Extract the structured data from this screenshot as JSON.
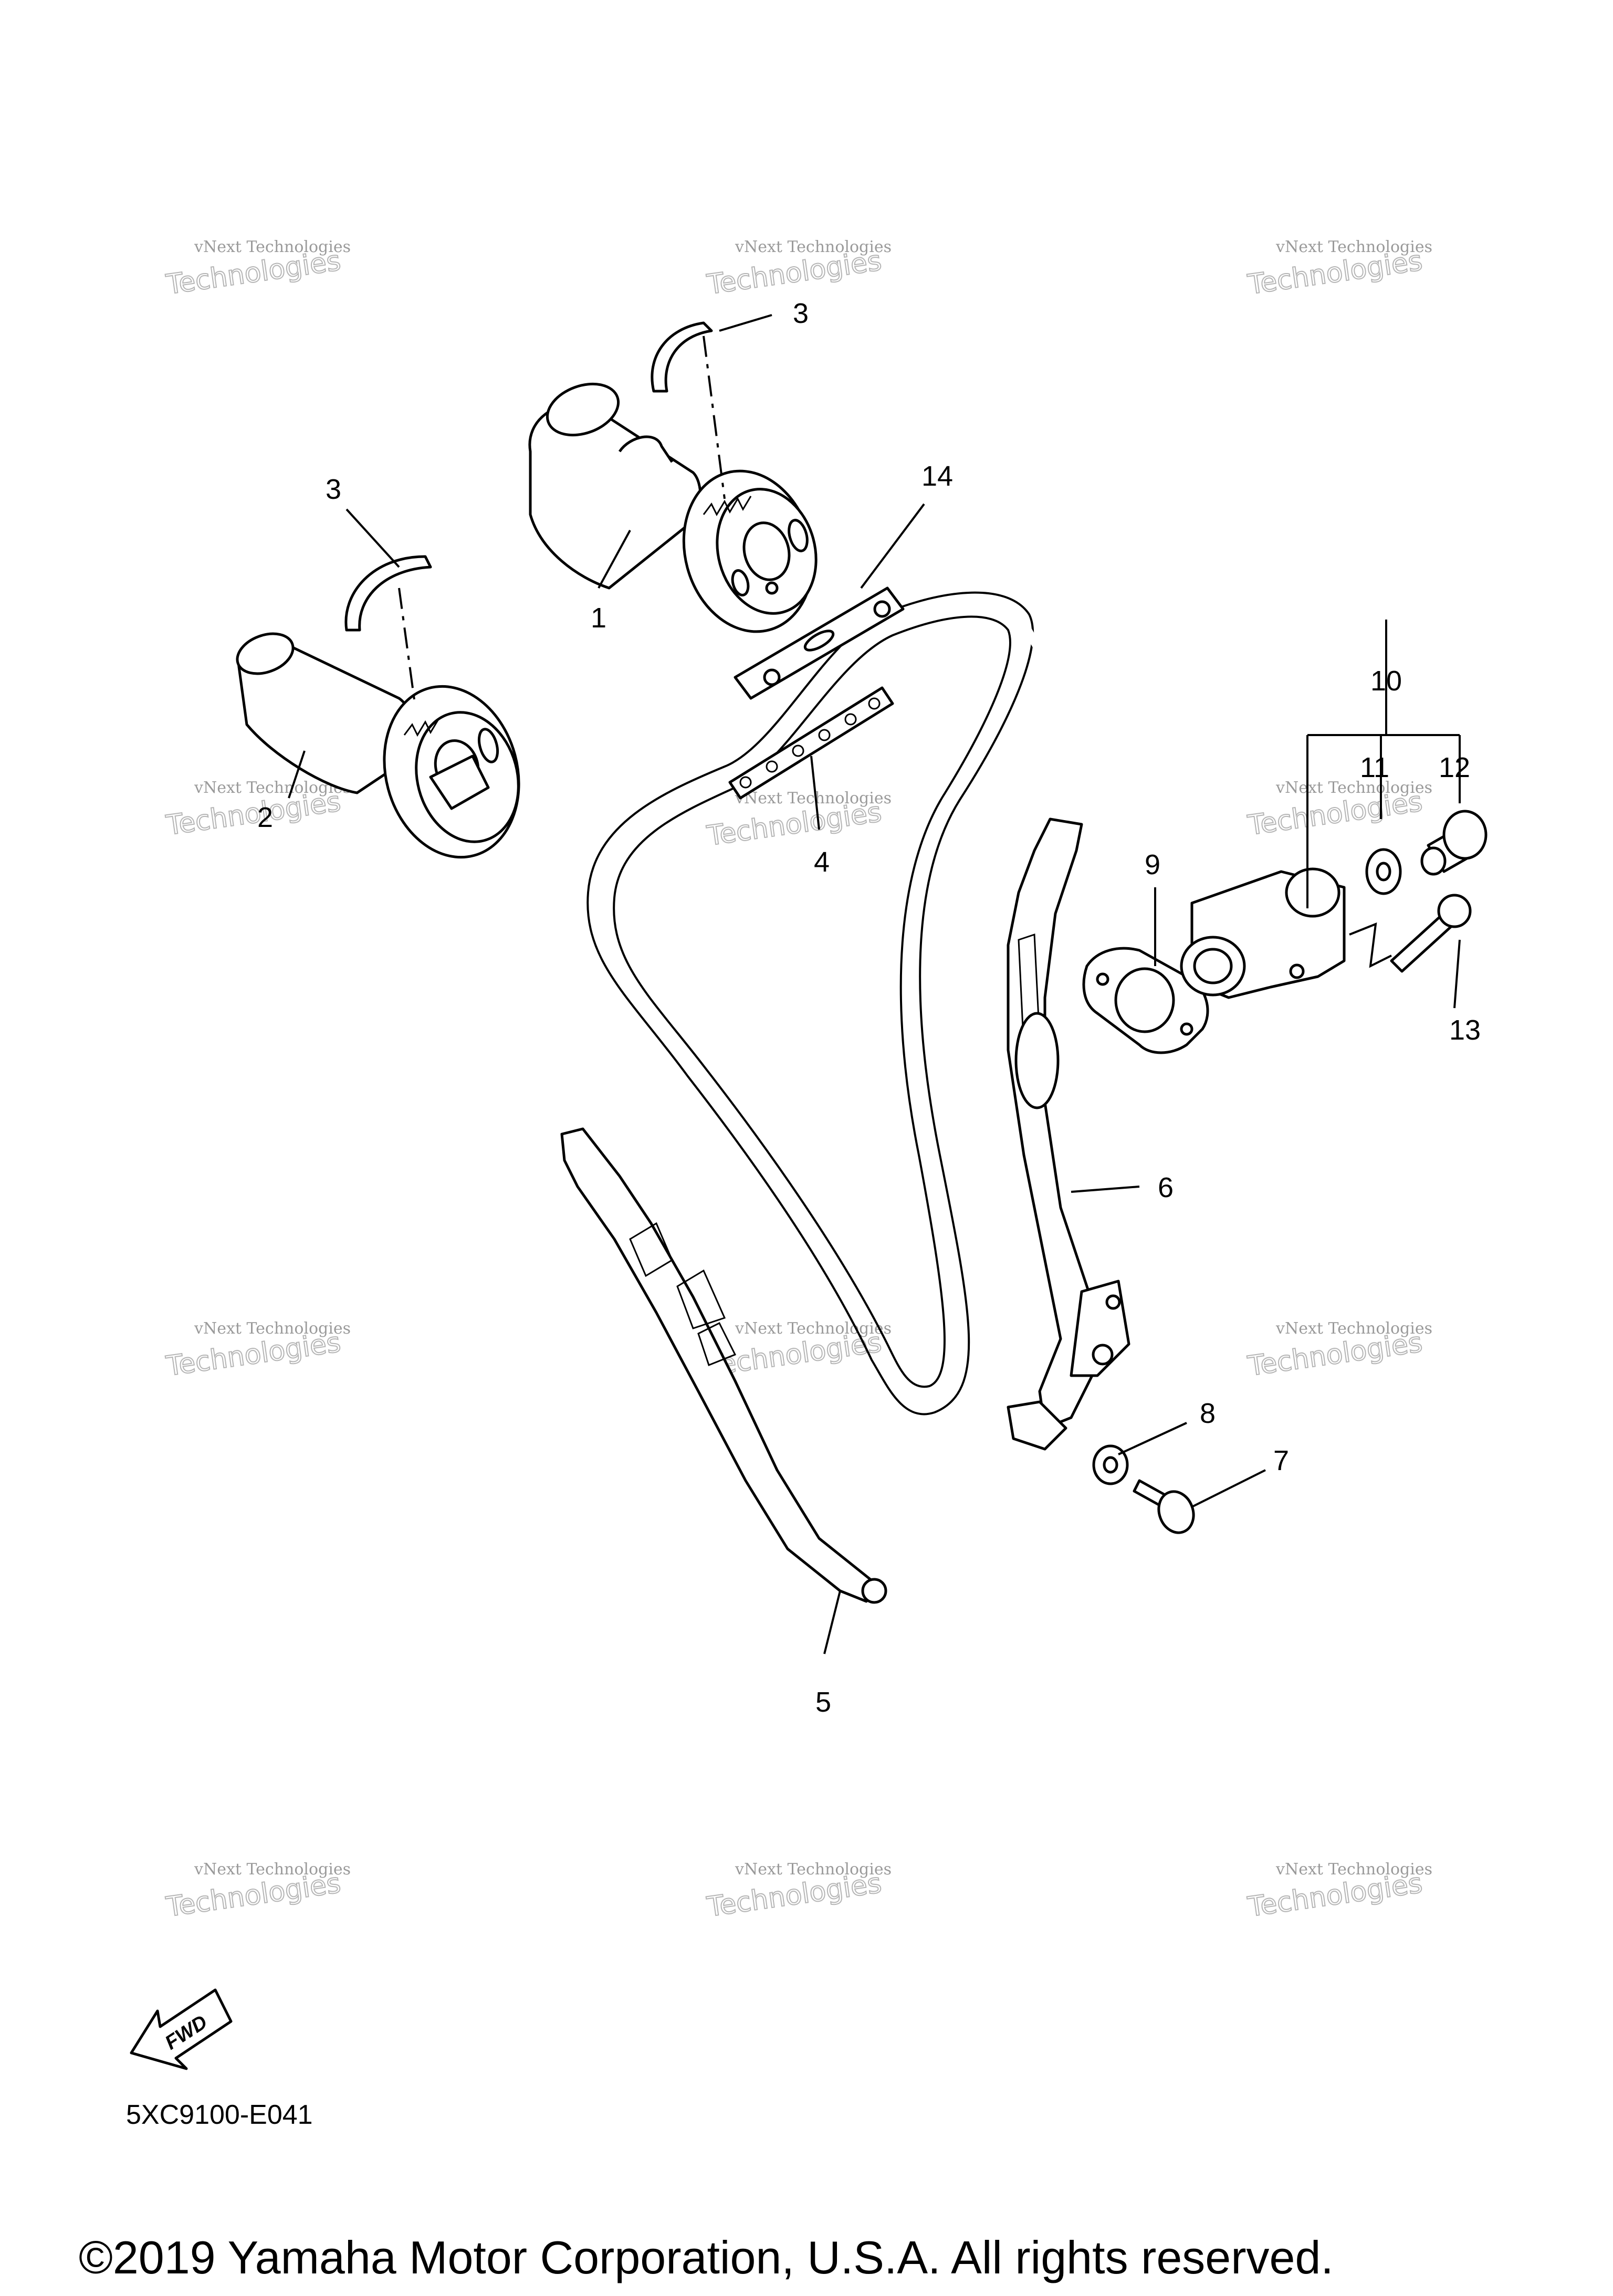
{
  "watermark": {
    "line1": "vNext Technologies",
    "line2": "Technologies",
    "overlay": "vNext"
  },
  "callouts": {
    "c1": "1",
    "c2": "2",
    "c3a": "3",
    "c3b": "3",
    "c4": "4",
    "c5": "5",
    "c6": "6",
    "c7": "7",
    "c8": "8",
    "c9": "9",
    "c10": "10",
    "c11": "11",
    "c12": "12",
    "c13": "13",
    "c14": "14"
  },
  "fwd_label": "FWD",
  "figure_code": "5XC9100-E041",
  "copyright": "©2019 Yamaha Motor Corporation, U.S.A. All rights reserved."
}
